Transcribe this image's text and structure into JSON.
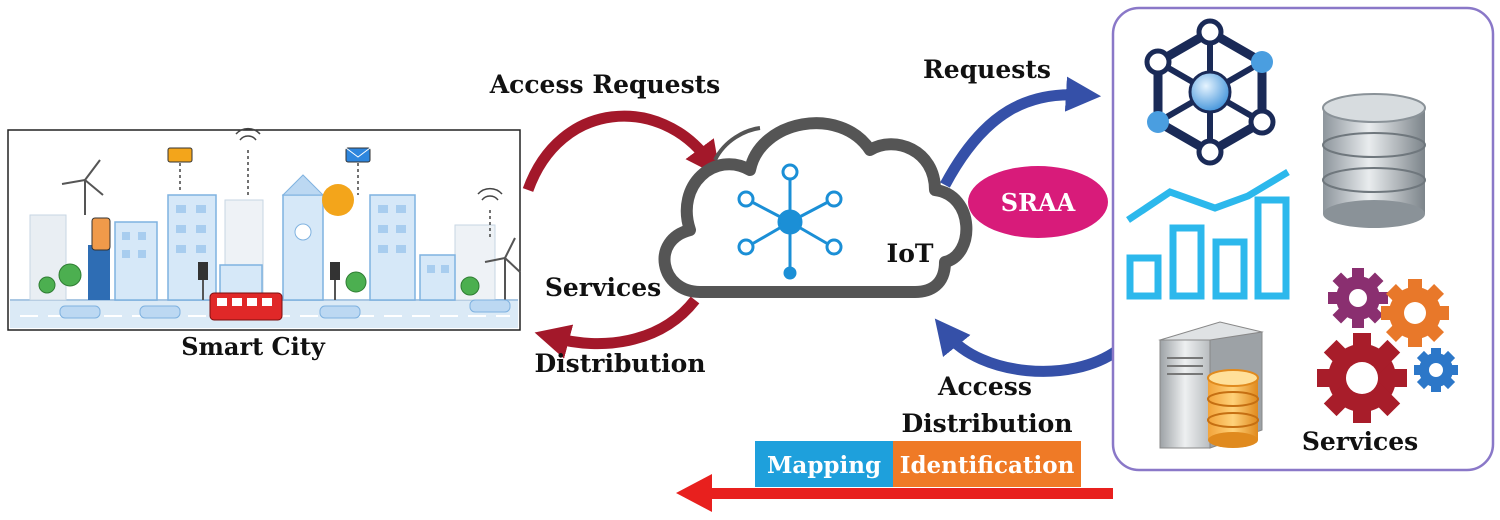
{
  "labels": {
    "smart_city": "Smart City",
    "access_requests": "Access Requests",
    "services_left": "Services",
    "distribution_left": "Distribution",
    "iot": "IoT",
    "requests": "Requests",
    "sraa": "SRAA",
    "access": "Access",
    "distribution_right": "Distribution",
    "services_right": "Services"
  },
  "bottom_bar": {
    "mapping": "Mapping",
    "identification": "Identification"
  },
  "colors": {
    "dark_red_arrow": "#a3182a",
    "blue_arrow": "#3550a8",
    "red_arrow": "#e8201e",
    "sraa_fill": "#d81b7a",
    "panel_border": "#8a78c8",
    "mapping_fill": "#1ea0dc",
    "identification_fill": "#ef7a26",
    "cloud_stroke": "#555555",
    "iot_node": "#1b8fd6"
  },
  "icons": [
    "network-hub-icon",
    "database-icon",
    "bar-chart-icon",
    "server-icon",
    "gears-icon",
    "cloud-icon",
    "smart-city-illustration"
  ]
}
